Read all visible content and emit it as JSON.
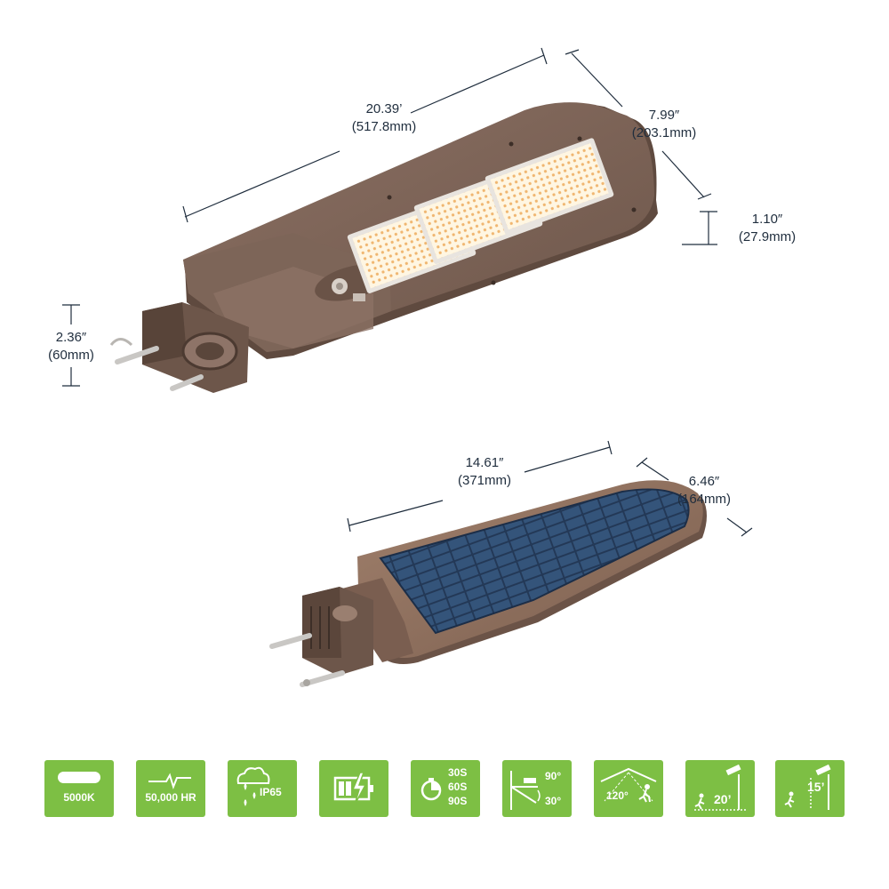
{
  "dimensions": {
    "length": {
      "imperial": "20.39’",
      "metric": "(517.8mm)"
    },
    "width": {
      "imperial": "7.99″",
      "metric": "(203.1mm)"
    },
    "thickness": {
      "imperial": "1.10″",
      "metric": "(27.9mm)"
    },
    "bracket_height": {
      "imperial": "2.36″",
      "metric": "(60mm)"
    },
    "panel_length": {
      "imperial": "14.61″",
      "metric": "(371mm)"
    },
    "panel_width": {
      "imperial": "6.46″",
      "metric": "(164mm)"
    }
  },
  "colors": {
    "accent": "#7dbf44",
    "housing": "#7a6255",
    "solar_panel": "#2f4a6b",
    "dimension_line": "#1f2d3d"
  },
  "badges": [
    {
      "icon": "light-bar-icon",
      "label": "5000K"
    },
    {
      "icon": "pulse-line-icon",
      "label": "50,000 HR"
    },
    {
      "icon": "cloud-rain-icon",
      "label": "IP65"
    },
    {
      "icon": "battery-charging-icon",
      "label": ""
    },
    {
      "icon": "timer-icon",
      "lines": [
        "30S",
        "60S",
        "90S"
      ]
    },
    {
      "icon": "tilt-angle-icon",
      "angle_top": "90°",
      "angle_bottom": "30°"
    },
    {
      "icon": "motion-detection-icon",
      "label": "120°"
    },
    {
      "icon": "mount-height-icon",
      "label": "20’"
    },
    {
      "icon": "mount-height-icon",
      "label": "15’"
    }
  ]
}
